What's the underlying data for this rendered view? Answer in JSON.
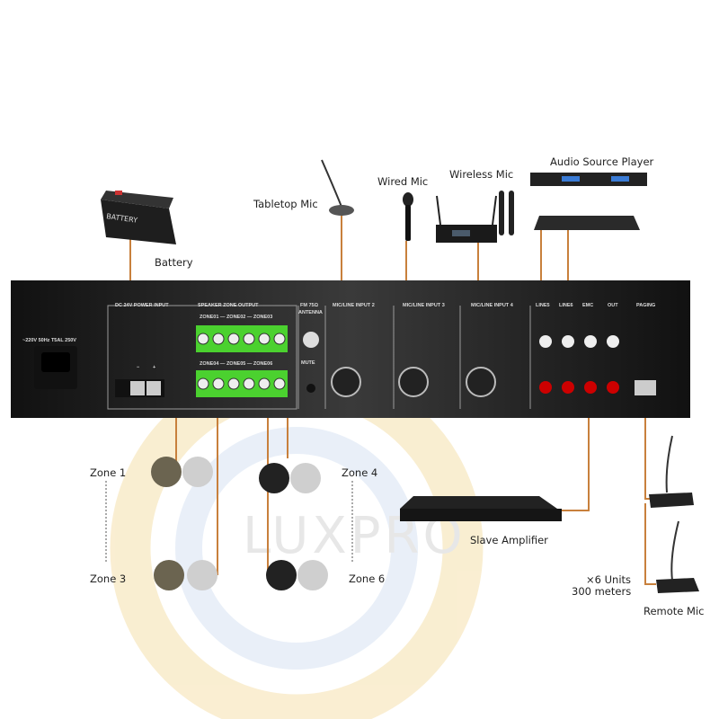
{
  "devices": {
    "battery": {
      "label": "Battery",
      "case_text": "BATTERY"
    },
    "tabletop_mic": {
      "label": "Tabletop Mic"
    },
    "wired_mic": {
      "label": "Wired Mic"
    },
    "wireless_mic": {
      "label": "Wireless Mic"
    },
    "audio_source_player": {
      "label": "Audio Source Player"
    },
    "slave_amplifier": {
      "label": "Slave Amplifier"
    },
    "remote_mic": {
      "label": "Remote Mic",
      "units": "×6 Units",
      "distance": "300 meters"
    }
  },
  "zones": [
    "Zone 1",
    "Zone 3",
    "Zone 4",
    "Zone 6"
  ],
  "panel": {
    "ac_input": "~220V 50Hz T5AL 250V",
    "dc_input": "DC 24V POWER INPUT",
    "speaker_output": "SPEAKER ZONE OUTPUT",
    "zones_top": "ZONE01 — ZONE02 — ZONE03",
    "zones_bottom": "ZONE04 — ZONE05 — ZONE06",
    "fm_antenna_1": "FM 75Ω",
    "fm_antenna_2": "ANTENNA",
    "mute": "MUTE",
    "input2": "MIC/LINE INPUT 2",
    "input3": "MIC/LINE INPUT 3",
    "input4": "MIC/LINE INPUT 4",
    "line5": "LINE5",
    "line6": "LINE6",
    "emc": "EMC",
    "out": "OUT",
    "paging": "PAGING",
    "minus": "−",
    "plus": "+"
  },
  "watermark": "LUXPRO",
  "colors": {
    "wire": "#c8803c",
    "terminal": "#4bd12f",
    "panel": "#1c1c1c",
    "watermark_ring": "#f6e3b4",
    "watermark_inner": "#dbe6f5"
  }
}
